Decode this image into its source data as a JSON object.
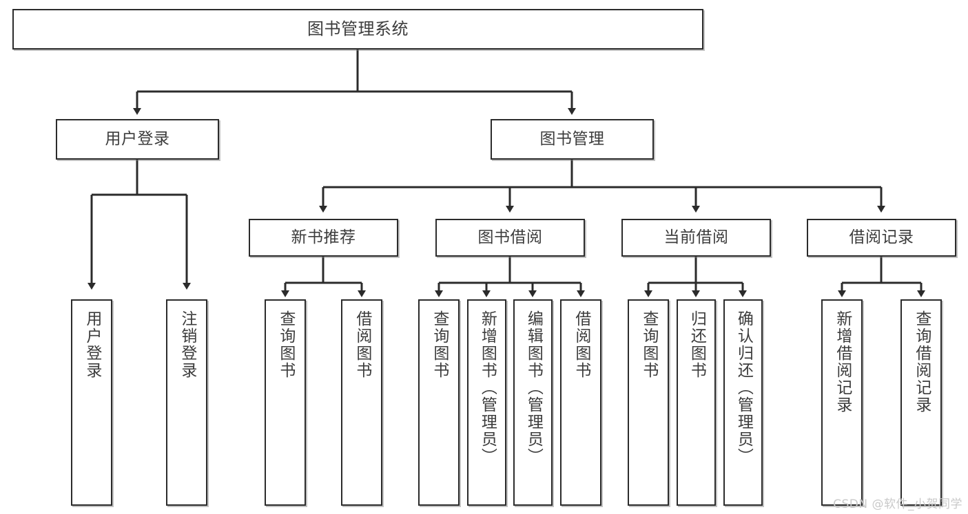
{
  "diagram": {
    "title": "图书管理系统",
    "type": "tree-hierarchy-chart",
    "background_color": "#ffffff",
    "line_color": "#2b2b2b",
    "text_color": "#3c3c3c"
  },
  "root": {
    "label": "图书管理系统"
  },
  "level1": [
    {
      "label": "用户登录"
    },
    {
      "label": "图书管理"
    }
  ],
  "level2": [
    {
      "label": "新书推荐"
    },
    {
      "label": "图书借阅"
    },
    {
      "label": "当前借阅"
    },
    {
      "label": "借阅记录"
    }
  ],
  "leaves": [
    {
      "label": "用户登录"
    },
    {
      "label": "注销登录"
    },
    {
      "label": "查询图书"
    },
    {
      "label": "借阅图书"
    },
    {
      "label": "查询图书"
    },
    {
      "label": "新增图书（管理员）"
    },
    {
      "label": "编辑图书（管理员）"
    },
    {
      "label": "借阅图书"
    },
    {
      "label": "查询图书"
    },
    {
      "label": "归还图书"
    },
    {
      "label": "确认归还（管理员）"
    },
    {
      "label": "新增借阅记录"
    },
    {
      "label": "查询借阅记录"
    }
  ],
  "watermark": {
    "text": "CSDN @软件_小贺同学"
  }
}
